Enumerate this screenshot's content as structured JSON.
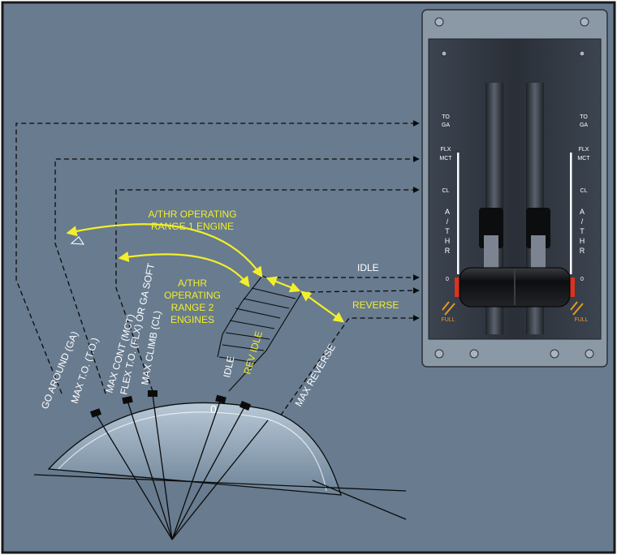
{
  "colors": {
    "background": "#687b8f",
    "frame": "#1a1a1a",
    "accent_yellow": "#f2ef2a",
    "line_black": "#0b0b0b",
    "panel_dark": "#2d3138",
    "lever_black": "#121315",
    "red_mark": "#d8341f"
  },
  "detent_labels": {
    "go_around": "GO AROUND (GA)",
    "max_to": "MAX T.O. (T.O.)",
    "max_cont": "MAX CONT (MCT)",
    "flex_to": "FLEX T.O. (FLX) OR GA SOFT",
    "max_climb": "MAX CLIMB (CL)",
    "idle": "IDLE",
    "rev_idle": "REV IDLE",
    "max_reverse": "MAX REVERSE",
    "zero": "0"
  },
  "ranges": {
    "one_engine_line1": "A/THR OPERATING",
    "one_engine_line2": "RANGE 1 ENGINE",
    "two_engines_line1": "A/THR",
    "two_engines_line2": "OPERATING",
    "two_engines_line3": "RANGE 2",
    "two_engines_line4": "ENGINES"
  },
  "callouts": {
    "idle": "IDLE",
    "reverse": "REVERSE"
  },
  "panel": {
    "toga_line1": "TO",
    "toga_line2": "GA",
    "flx_line1": "FLX",
    "flx_line2": "MCT",
    "cl": "CL",
    "athr_letters": [
      "A",
      "/",
      "T",
      "H",
      "R"
    ],
    "zero": "0",
    "full": "FULL"
  },
  "icons": {
    "soft_marker": "triangle-warning-icon",
    "panel_screws": "slotted-screw-icon"
  }
}
